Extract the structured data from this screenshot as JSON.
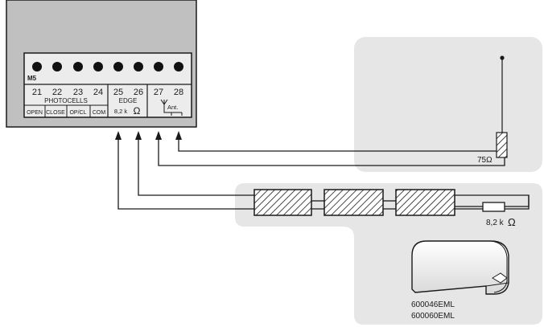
{
  "terminal_block": {
    "model": "M5",
    "numbers": [
      "21",
      "22",
      "23",
      "24",
      "25",
      "26",
      "27",
      "28"
    ],
    "group_photocells": "PHOTOCELLS",
    "group_edge": "EDGE",
    "edge_value": "8,2 k",
    "ohm_symbol": "Ω",
    "antenna_label": "Ant.",
    "sub_labels": [
      "OPEN",
      "CLOSE",
      "OP/CL",
      "COM"
    ]
  },
  "antenna": {
    "impedance": "75Ω"
  },
  "safety_edge": {
    "resistor_value": "8,2 k",
    "ohm_symbol": "Ω",
    "part_numbers": [
      "600046EML",
      "600060EML"
    ]
  },
  "colors": {
    "panel_fill": "#e6e6e6",
    "board_fill": "#ececec",
    "housing_fill": "#c0c0c0",
    "line": "#1a1a1a"
  }
}
